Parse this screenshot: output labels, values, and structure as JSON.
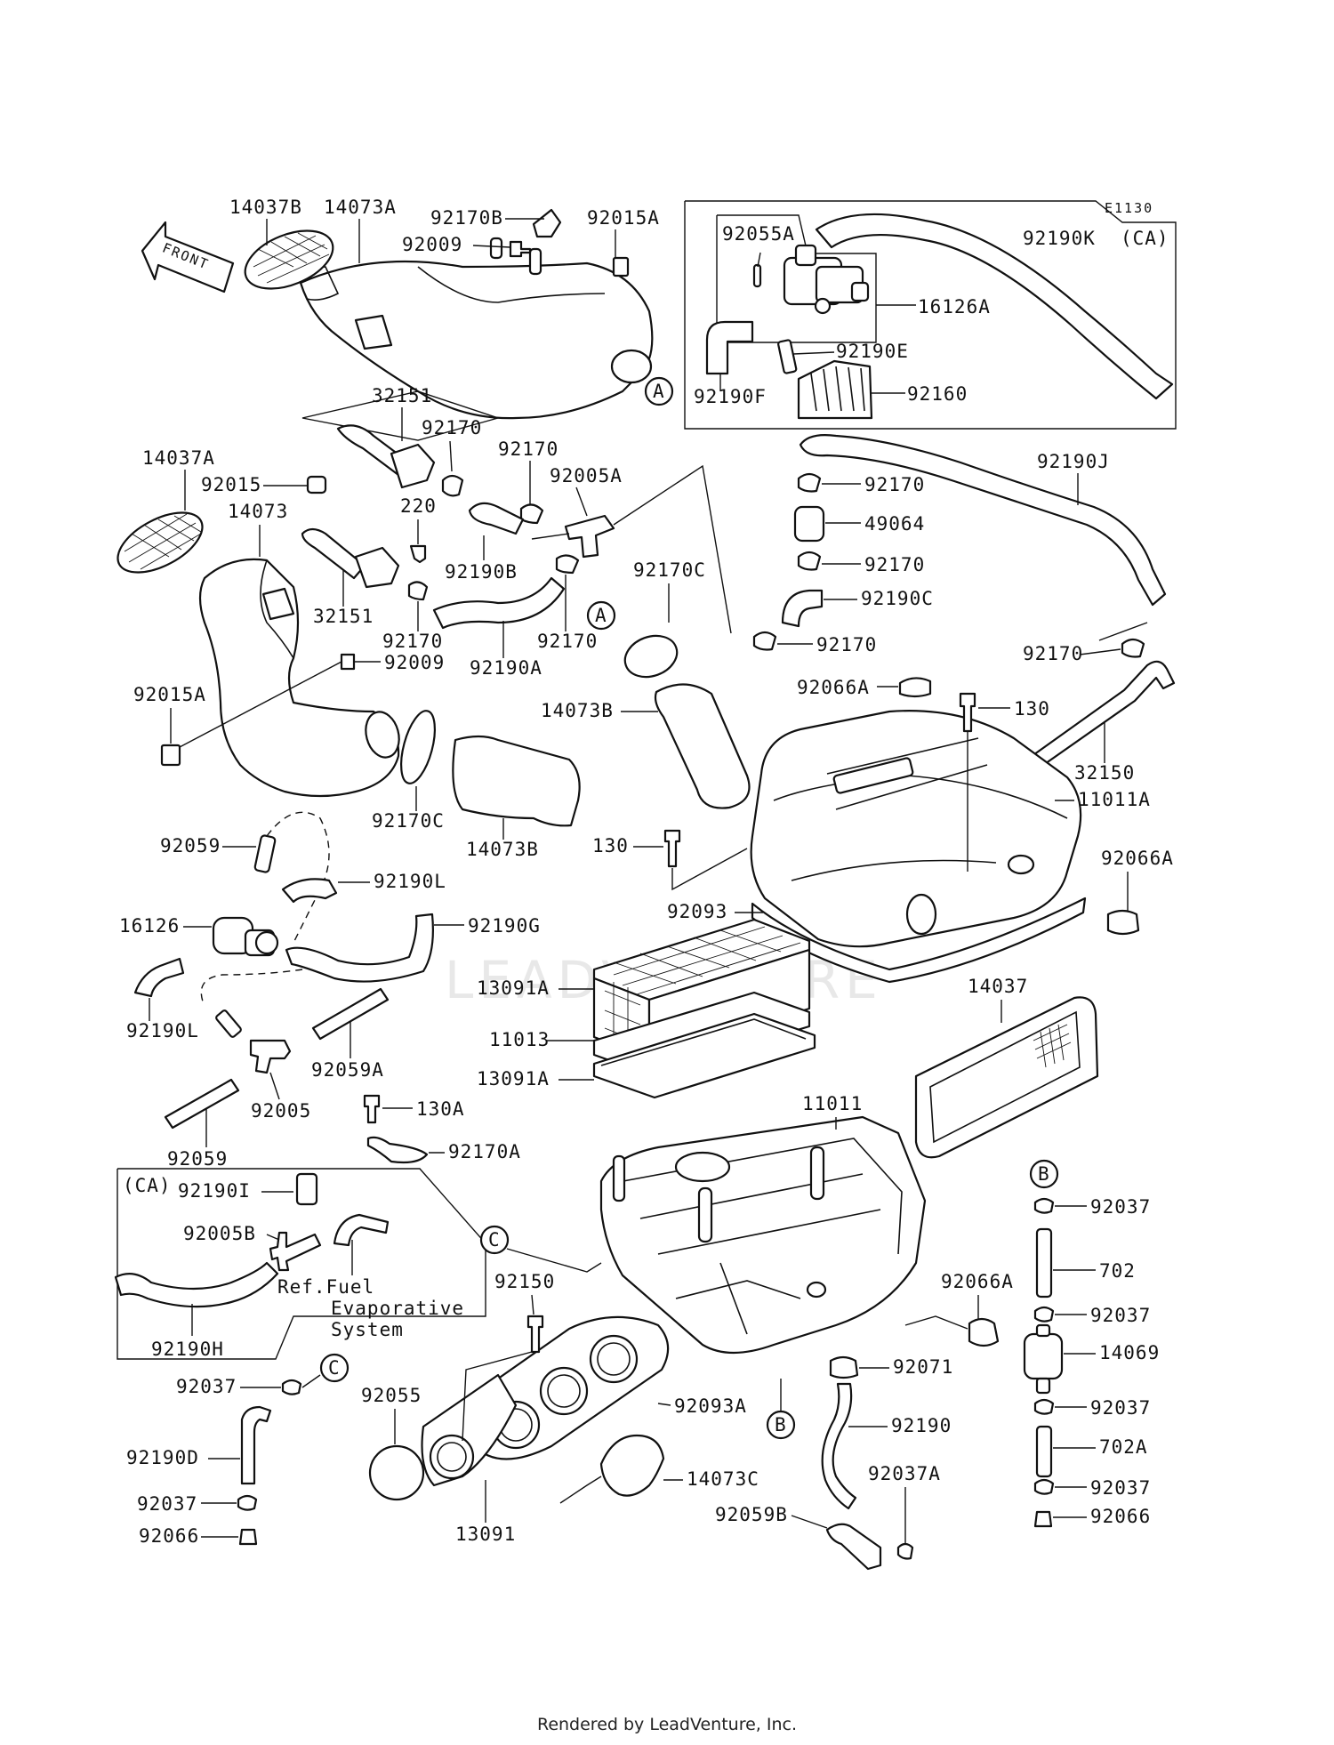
{
  "diagram_code": "E1130",
  "front_arrow_label": "FRONT",
  "ca_label": "(CA)",
  "ref_note": [
    "Ref.Fuel",
    "Evaporative",
    "System"
  ],
  "callouts": [
    "A",
    "B",
    "C"
  ],
  "watermark": "LEADVENTURE",
  "footer": "Rendered by LeadVenture, Inc.",
  "labels": {
    "p14037B": "14037B",
    "p14073A": "14073A",
    "p92170B": "92170B",
    "p92015A_top": "92015A",
    "p92009_top": "92009",
    "p92055A": "92055A",
    "p92190K": "92190K",
    "p16126A": "16126A",
    "p92190E": "92190E",
    "p92190F": "92190F",
    "p92160": "92160",
    "p32151_a": "32151",
    "p92170_a": "92170",
    "p92170_b": "92170",
    "p92005A": "92005A",
    "p14037A": "14037A",
    "p92015": "92015",
    "p14073": "14073",
    "p220": "220",
    "p92190B": "92190B",
    "p32151_b": "32151",
    "p92170_c": "92170",
    "p92170_d": "92170",
    "p92170C_a": "92170C",
    "p92009_mid": "92009",
    "p92190A": "92190A",
    "p92015A_mid": "92015A",
    "p92170C_b": "92170C",
    "p14073B_a": "14073B",
    "p14073B_b": "14073B",
    "p92190J": "92190J",
    "p92170_e": "92170",
    "p49064": "49064",
    "p92170_f": "92170",
    "p92190C": "92190C",
    "p92170_g": "92170",
    "p92170_h": "92170",
    "p92066A_a": "92066A",
    "p130_a": "130",
    "p32150": "32150",
    "p11011A": "11011A",
    "p130_b": "130",
    "p92066A_b": "92066A",
    "p92093": "92093",
    "p92059_a": "92059",
    "p92190L_a": "92190L",
    "p16126": "16126",
    "p92190G": "92190G",
    "p92190L_b": "92190L",
    "p92005": "92005",
    "p92059A": "92059A",
    "p92059_b": "92059",
    "p13091A_a": "13091A",
    "p11013": "11013",
    "p13091A_b": "13091A",
    "p14037": "14037",
    "p130A": "130A",
    "p92170A": "92170A",
    "p11011": "11011",
    "p92190I": "92190I",
    "p92005B": "92005B",
    "p92190H": "92190H",
    "p92037_a": "92037",
    "p702": "702",
    "p92037_b": "92037",
    "p14069": "14069",
    "p92037_c": "92037",
    "p702A": "702A",
    "p92037_d": "92037",
    "p92066_a": "92066",
    "p92150": "92150",
    "p92066A_c": "92066A",
    "p92071": "92071",
    "p92093A": "92093A",
    "p92190": "92190",
    "p92037A": "92037A",
    "p92059B": "92059B",
    "p14073C": "14073C",
    "p92055": "92055",
    "p13091": "13091",
    "p92037_e": "92037",
    "p92190D": "92190D",
    "p92037_f": "92037",
    "p92066_b": "92066"
  }
}
